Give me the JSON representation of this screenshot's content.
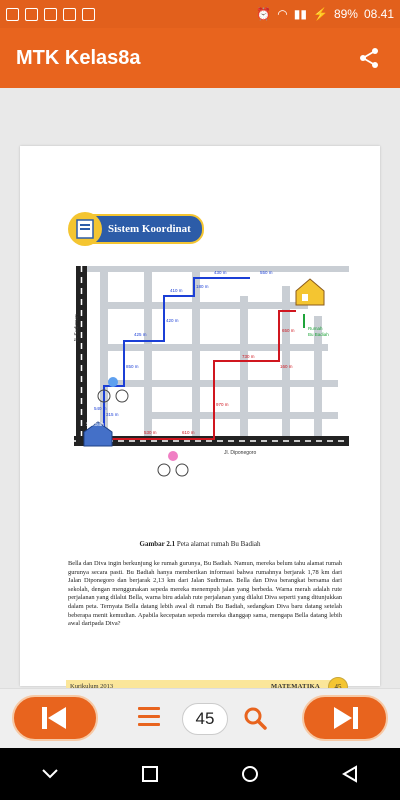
{
  "status": {
    "battery": "89%",
    "time": "08.41"
  },
  "app": {
    "title": "MTK Kelas8a"
  },
  "page": {
    "badge_title": "Sistem Koordinat",
    "caption_label": "Gambar 2.1",
    "caption_text": " Peta alamat rumah Bu Badiah",
    "paragraph": "Bella dan Diva ingin berkunjung ke rumah gurunya, Bu Badiah. Namun, mereka belum tahu alamat rumah gurunya secara pasti. Bu Badiah hanya memberikan informasi bahwa rumahnya berjarak 1,78 km dari Jalan Diponegoro dan berjarak 2,13 km dari Jalan Sudirman. Bella dan Diva berangkat bersama dari sekolah, dengan menggunakan sepeda mereka menempuh jalan yang berbeda. Warna merah adalah rute perjalanan yang dilalui Bella, warna biru adalah rute perjalanan yang dilalui Diva seperti yang ditunjukkan dalam peta. Ternyata Bella datang lebih awal di rumah Bu Badiah, sedangkan Diva baru datang setelah beberapa menit kemudian. Apabila kecepatan sepeda mereka dianggap sama, mengapa Bella datang lebih awal daripada Diva?",
    "footer_left": "Kurikulum 2013",
    "footer_right": "MATEMATIKA",
    "page_number": "45"
  },
  "map": {
    "street_sudirman": "Jl. Sudirman",
    "street_diponegoro": "Jl. Diponegoro",
    "school_label": "Sekolah",
    "house_label_1": "Rumah",
    "house_label_2": "Bu Badiah",
    "blue_labels": [
      "315 m",
      "540 m",
      "850 m",
      "425 m",
      "420 m",
      "410 m",
      "180 m",
      "430 m",
      "550 m"
    ],
    "red_labels": [
      "530 m",
      "610 m",
      "970 m",
      "730 m",
      "160 m",
      "650 m"
    ]
  },
  "nav": {
    "page_value": "45"
  },
  "colors": {
    "accent": "#e8641e",
    "blue_route": "#1b3fd6",
    "red_route": "#d0161f",
    "road": "#c9ced4"
  }
}
